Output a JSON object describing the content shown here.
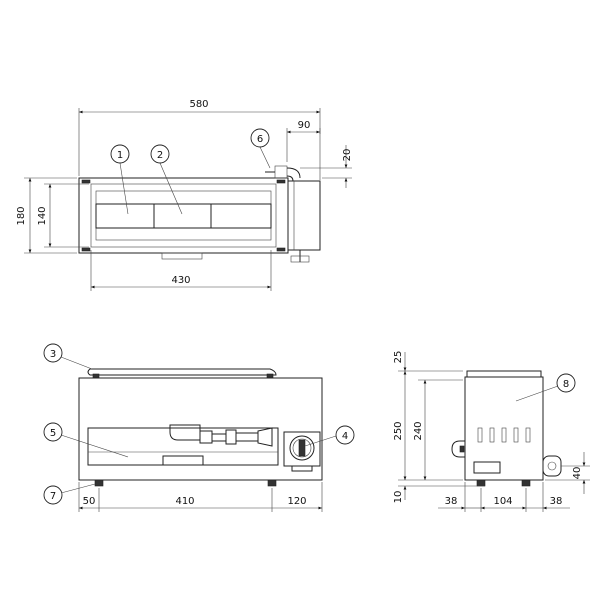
{
  "dimensions": {
    "top_width": "580",
    "top_connector": "90",
    "top_offset": "20",
    "top_height": "180",
    "top_inner_height": "140",
    "top_inner_width": "430",
    "front_left": "50",
    "front_middle": "410",
    "front_right": "120",
    "side_top": "25",
    "side_total": "250",
    "side_inner": "240",
    "side_bottom": "10",
    "side_left": "38",
    "side_middle": "104",
    "side_right": "38",
    "side_pipe": "40"
  },
  "callouts": [
    "1",
    "2",
    "3",
    "4",
    "5",
    "6",
    "7",
    "8"
  ]
}
